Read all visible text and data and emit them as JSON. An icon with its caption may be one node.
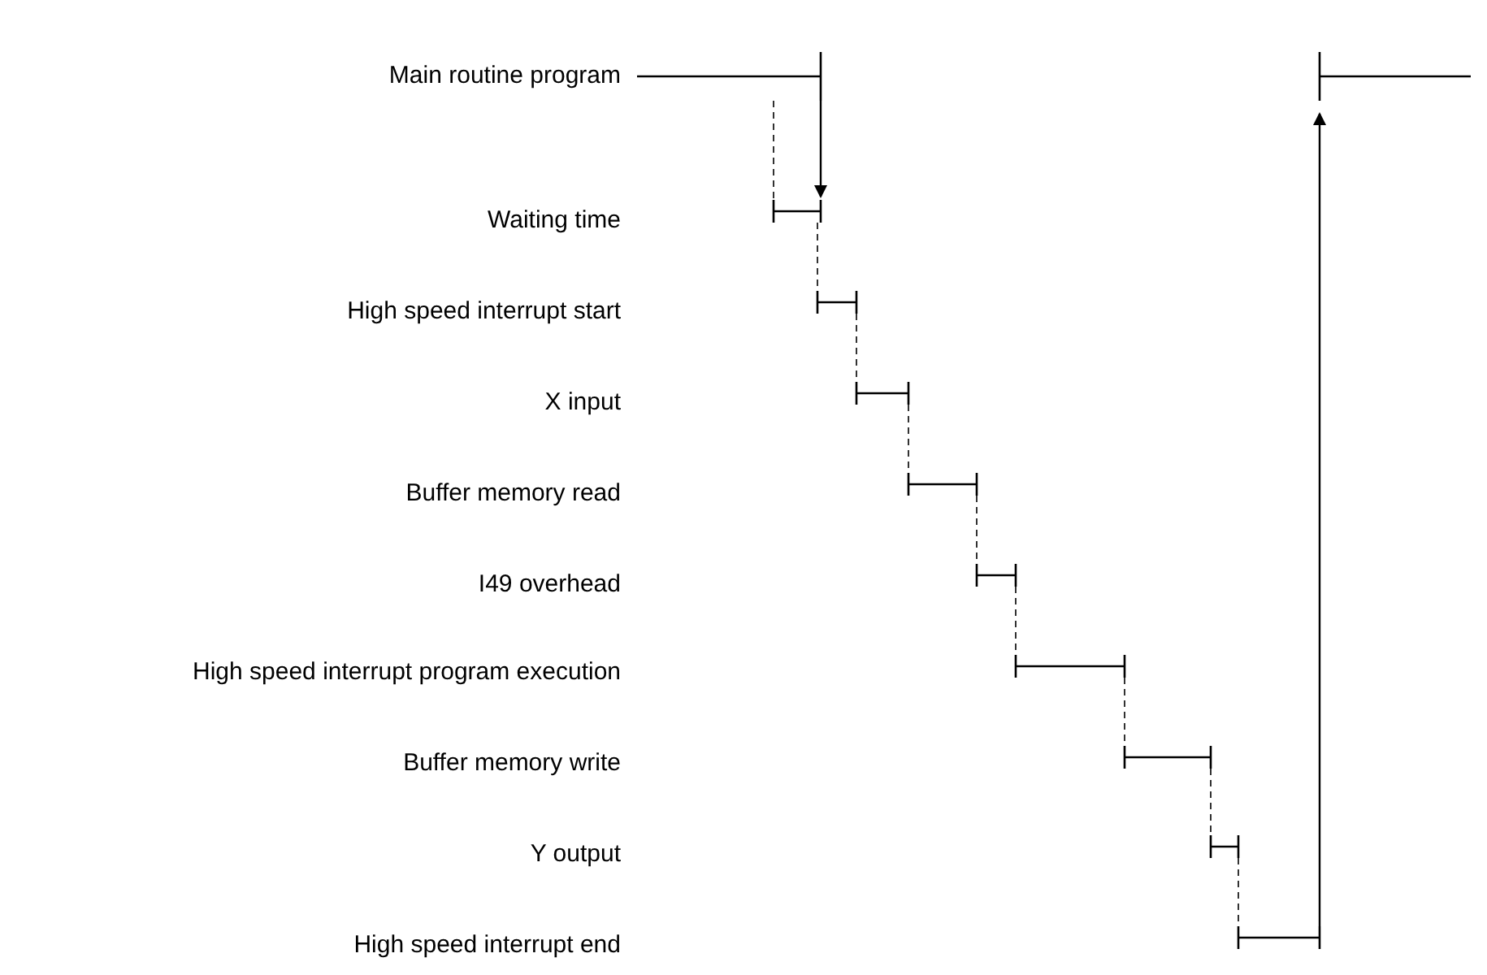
{
  "diagram": {
    "labels": [
      "Main routine program",
      "Waiting time",
      "High speed interrupt start",
      "X input",
      "Buffer memory read",
      "I49 overhead",
      "High speed interrupt program execution",
      "Buffer memory write",
      "Y output",
      "High speed interrupt end"
    ]
  }
}
